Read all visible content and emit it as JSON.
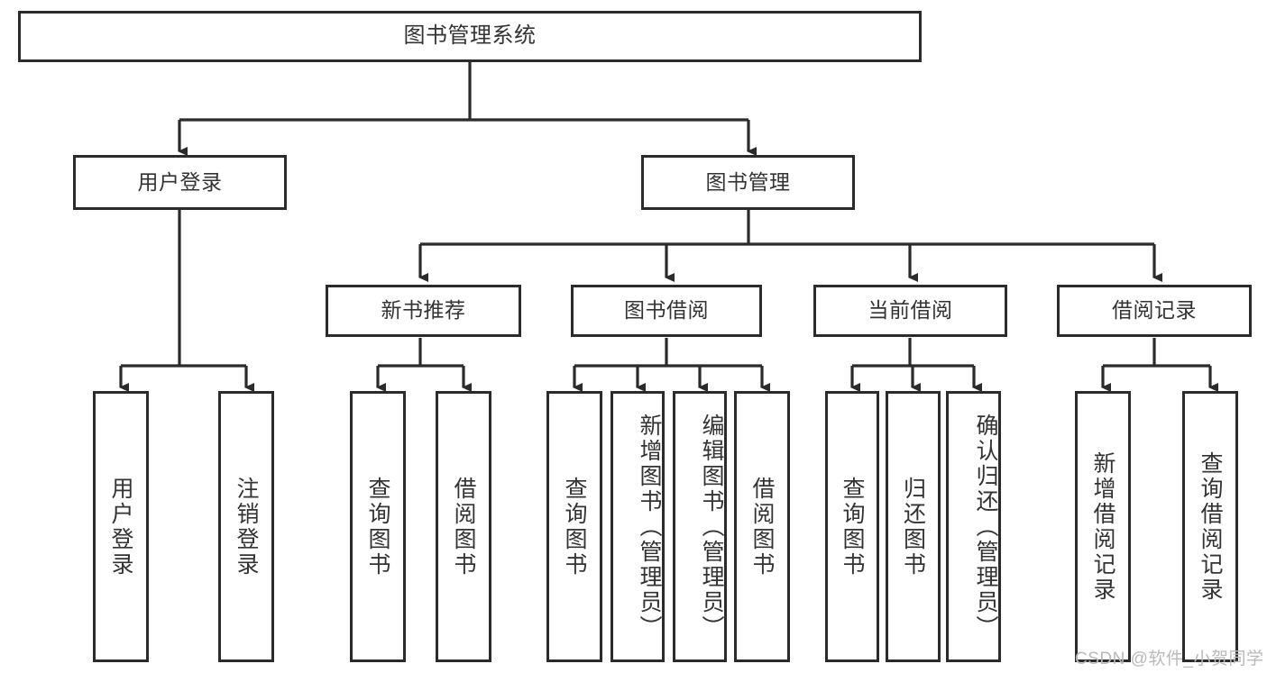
{
  "diagram": {
    "title": "图书管理系统",
    "root": {
      "label": "图书管理系统"
    },
    "level2": [
      {
        "label": "用户登录"
      },
      {
        "label": "图书管理"
      }
    ],
    "level3": [
      {
        "label": "新书推荐"
      },
      {
        "label": "图书借阅"
      },
      {
        "label": "当前借阅"
      },
      {
        "label": "借阅记录"
      }
    ],
    "leaves": {
      "user_login": [
        {
          "label": "用户登录"
        },
        {
          "label": "注销登录"
        }
      ],
      "new_book_recommend": [
        {
          "label": "查询图书"
        },
        {
          "label": "借阅图书"
        }
      ],
      "book_borrow": [
        {
          "label": "查询图书"
        },
        {
          "label": "新增图书（管理员）"
        },
        {
          "label": "编辑图书（管理员）"
        },
        {
          "label": "借阅图书"
        }
      ],
      "current_borrow": [
        {
          "label": "查询图书"
        },
        {
          "label": "归还图书"
        },
        {
          "label": "确认归还（管理员）"
        }
      ],
      "borrow_record": [
        {
          "label": "新增借阅记录"
        },
        {
          "label": "查询借阅记录"
        }
      ]
    }
  },
  "watermark": {
    "text": "CSDN @软件_小贺同学"
  },
  "colors": {
    "stroke": "#2b2b2b",
    "text": "#333333",
    "background": "#ffffff",
    "watermark": "#b9b9b9"
  }
}
